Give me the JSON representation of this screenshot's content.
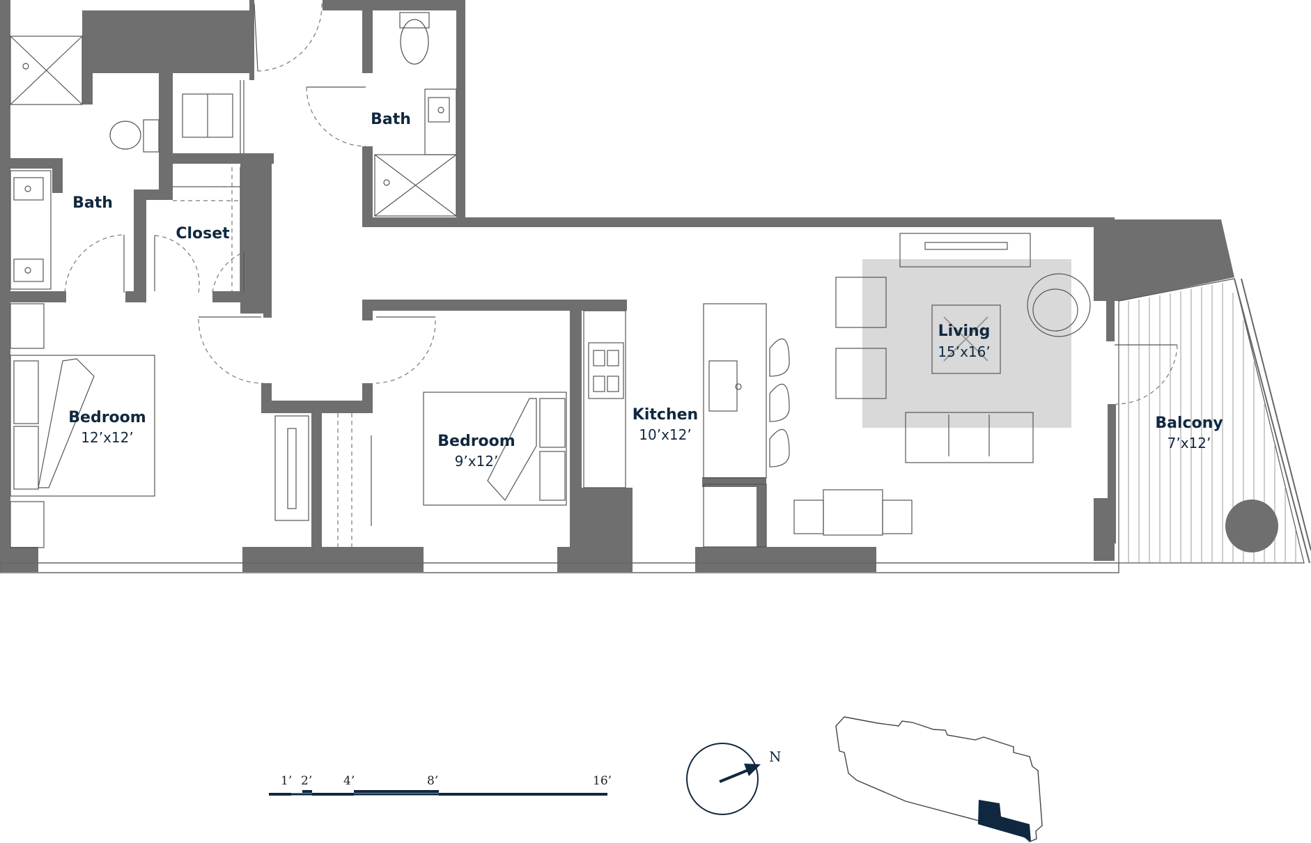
{
  "rooms": {
    "bath_left": {
      "label": "Bath"
    },
    "bath_right": {
      "label": "Bath"
    },
    "closet": {
      "label": "Closet"
    },
    "bedroom_main": {
      "label": "Bedroom",
      "dimensions": "12’x12’"
    },
    "bedroom_second": {
      "label": "Bedroom",
      "dimensions": "9’x12’"
    },
    "kitchen": {
      "label": "Kitchen",
      "dimensions": "10’x12’"
    },
    "living": {
      "label": "Living",
      "dimensions": "15’x16’"
    },
    "balcony": {
      "label": "Balcony",
      "dimensions": "7’x12’"
    }
  },
  "scale_bar": {
    "ticks": [
      "1’",
      "2’",
      "4’",
      "8’",
      "16’"
    ]
  },
  "compass": {
    "label": "N"
  },
  "colors": {
    "wall": "#6f6f6f",
    "rug": "#d9d9d9",
    "text": "#10283f",
    "unit_highlight": "#10283f"
  }
}
